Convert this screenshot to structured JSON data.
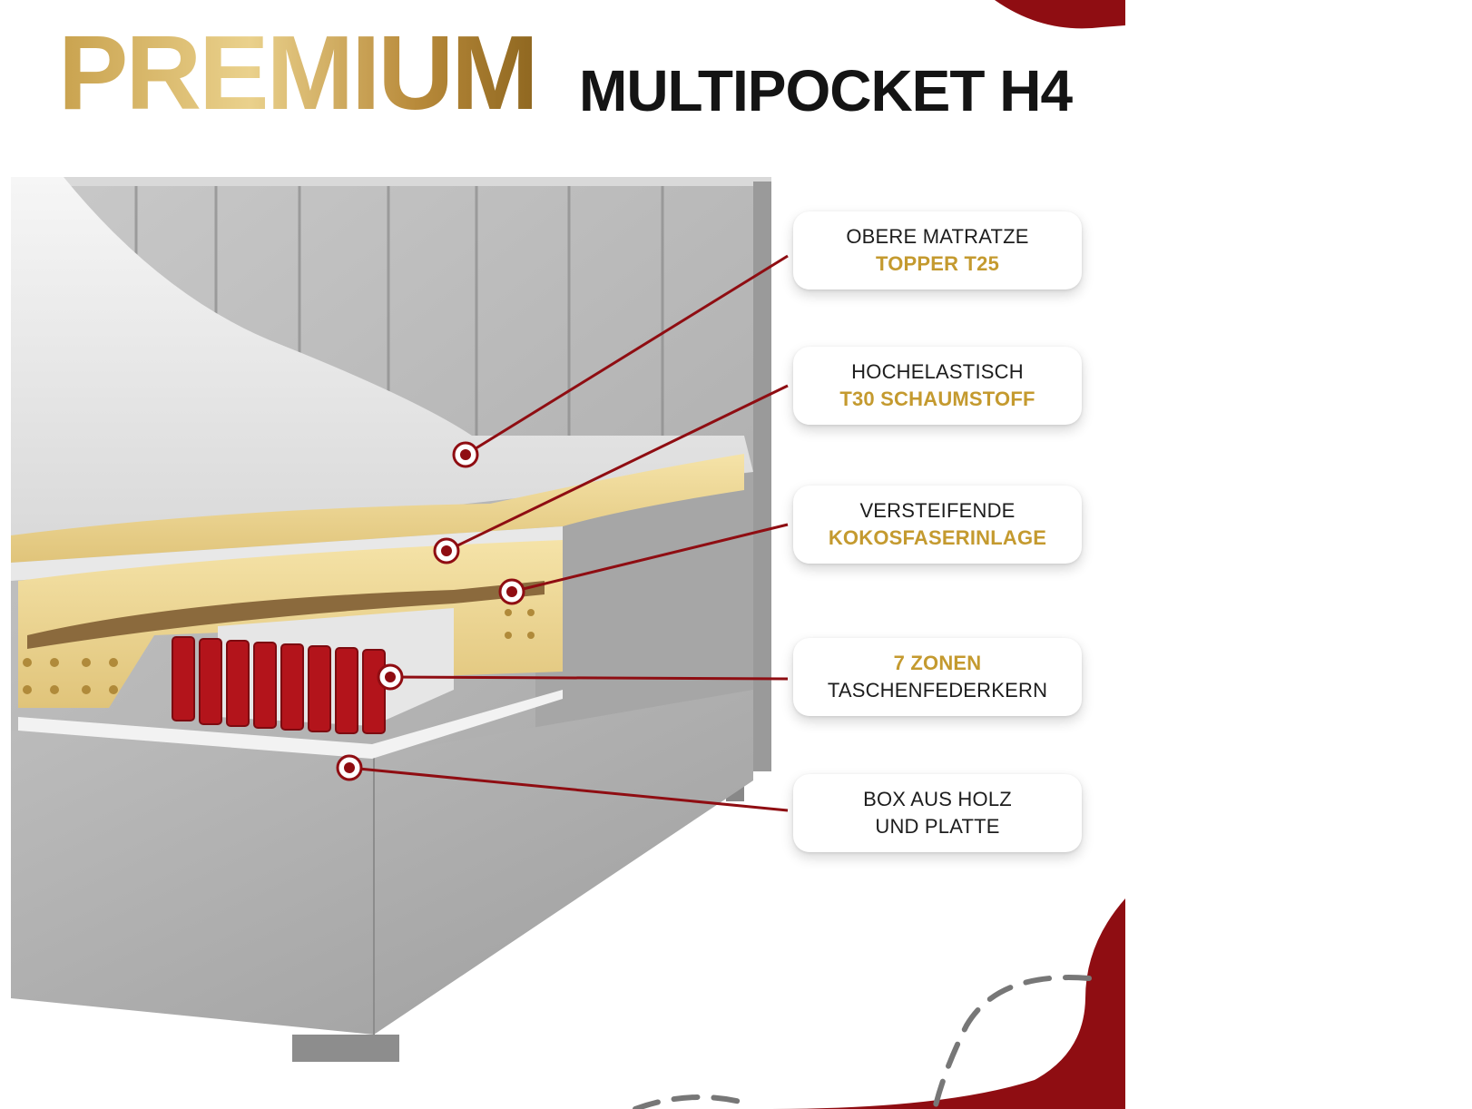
{
  "header": {
    "premium": "PREMIUM",
    "model": "MULTIPOCKET H4"
  },
  "callouts": [
    {
      "line1": "OBERE MATRATZE",
      "line2": "TOPPER T25"
    },
    {
      "line1": "HOCHELASTISCH",
      "line2": "T30 SCHAUMSTOFF"
    },
    {
      "line1": "VERSTEIFENDE",
      "line2": "KOKOSFASERINLAGE"
    },
    {
      "line1": "7 ZONEN",
      "line2": "TASCHENFEDERKERN"
    },
    {
      "line1": "BOX AUS HOLZ",
      "line2": "UND PLATTE"
    }
  ],
  "colors": {
    "gold": "#c49a2f",
    "accent_red": "#8f0d12",
    "upholstery_grey": "#b9b9b9",
    "foam_yellow": "#ecd79a",
    "spring_red": "#b3141b"
  }
}
